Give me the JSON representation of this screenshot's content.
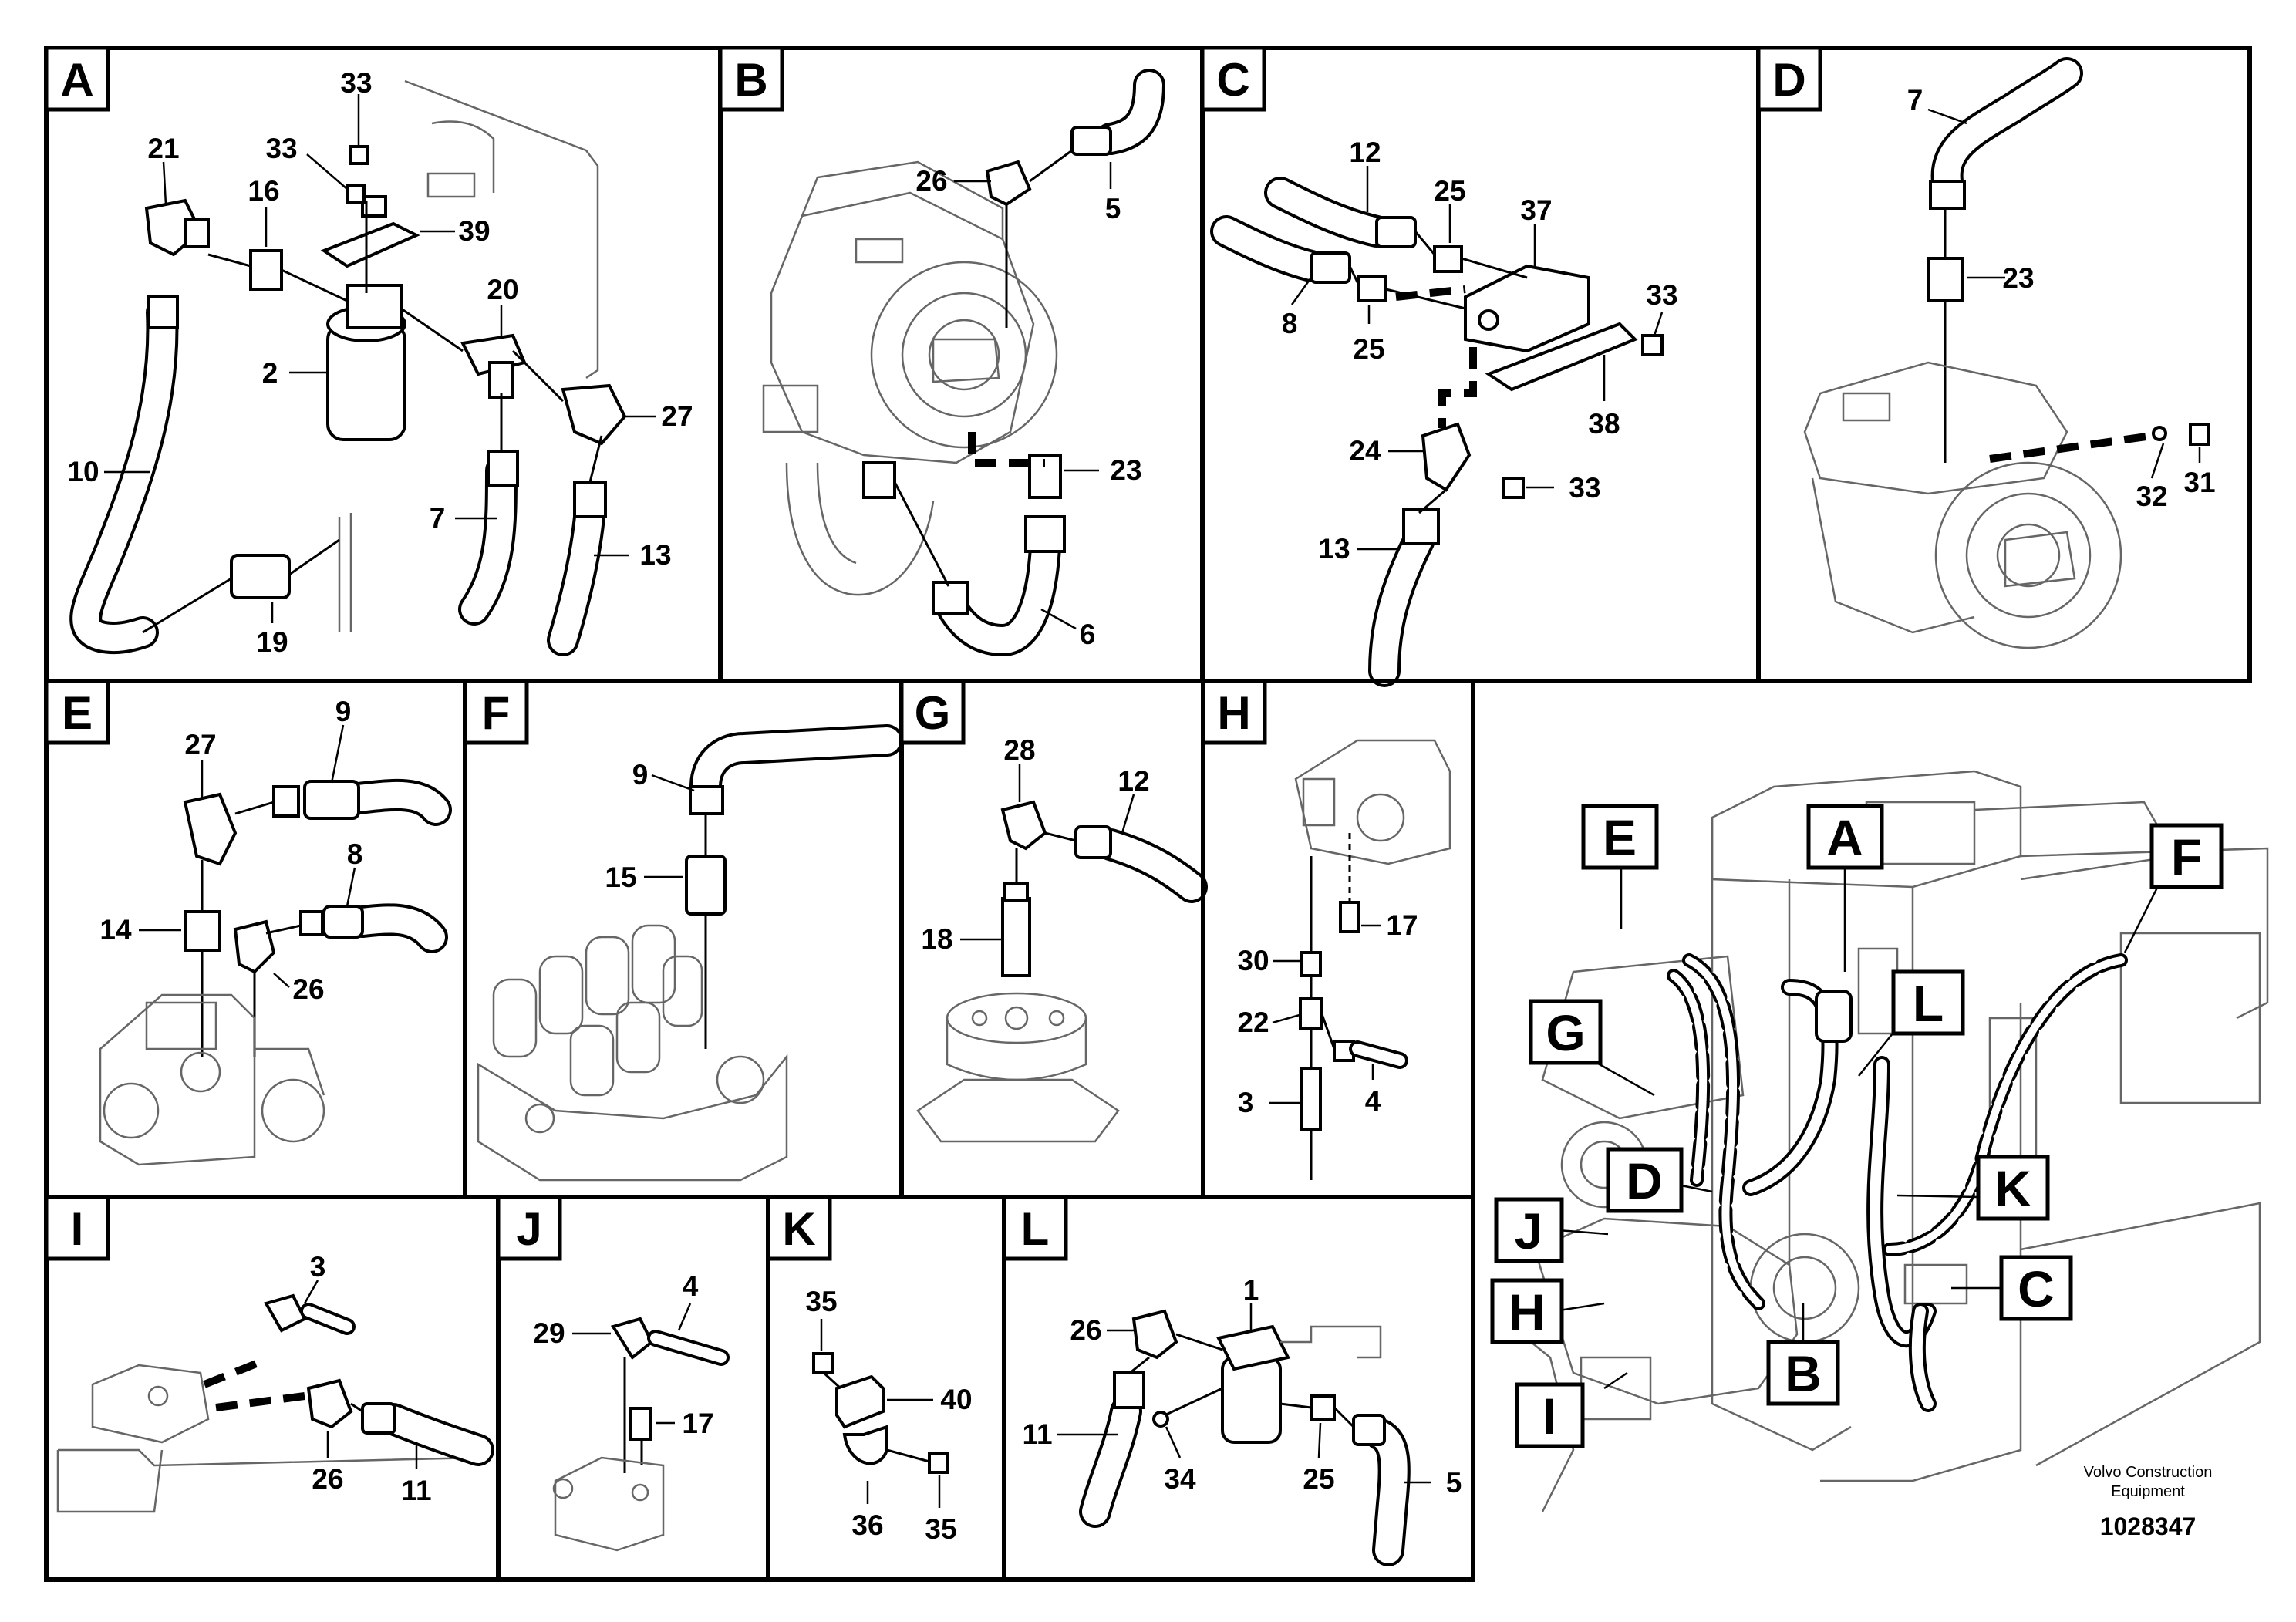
{
  "figure_id": "1028347",
  "brand": [
    "Volvo Construction",
    "Equipment"
  ],
  "panels": {
    "A": {
      "letter": "A",
      "labels": [
        "33",
        "33",
        "21",
        "16",
        "39",
        "20",
        "2",
        "27",
        "10",
        "7",
        "13",
        "19"
      ]
    },
    "B": {
      "letter": "B",
      "labels": [
        "26",
        "5",
        "23",
        "6"
      ]
    },
    "C": {
      "letter": "C",
      "labels": [
        "12",
        "25",
        "37",
        "8",
        "25",
        "33",
        "38",
        "24",
        "33",
        "13"
      ]
    },
    "D": {
      "letter": "D",
      "labels": [
        "7",
        "23",
        "32",
        "31"
      ]
    },
    "E": {
      "letter": "E",
      "labels": [
        "27",
        "9",
        "8",
        "14",
        "26"
      ]
    },
    "F": {
      "letter": "F",
      "labels": [
        "9",
        "15"
      ]
    },
    "G": {
      "letter": "G",
      "labels": [
        "28",
        "12",
        "18"
      ]
    },
    "H": {
      "letter": "H",
      "labels": [
        "17",
        "30",
        "22",
        "3",
        "4"
      ]
    },
    "I": {
      "letter": "I",
      "labels": [
        "3",
        "26",
        "11"
      ]
    },
    "J": {
      "letter": "J",
      "labels": [
        "4",
        "29",
        "17"
      ]
    },
    "K": {
      "letter": "K",
      "labels": [
        "35",
        "40",
        "36",
        "35"
      ]
    },
    "L": {
      "letter": "L",
      "labels": [
        "1",
        "26",
        "11",
        "34",
        "25",
        "5"
      ]
    }
  },
  "overview_callouts": [
    "E",
    "A",
    "F",
    "G",
    "L",
    "D",
    "K",
    "J",
    "C",
    "H",
    "B",
    "I"
  ]
}
